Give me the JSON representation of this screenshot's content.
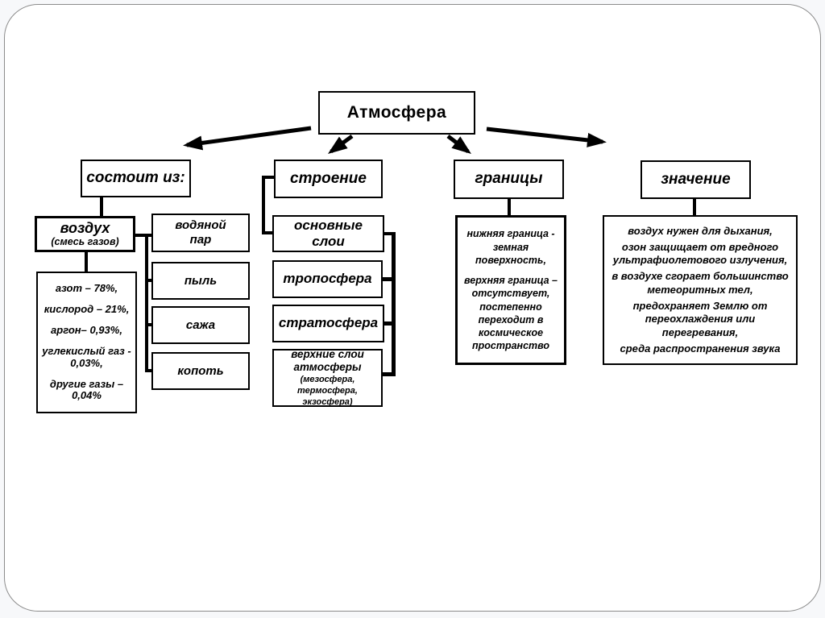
{
  "diagram": {
    "title": "Атмосфера",
    "composition": {
      "header": "состоит из:",
      "air_title": "воздух",
      "air_subtitle": "(смесь газов)",
      "gases": [
        "азот – 78%,",
        "кислород – 21%,",
        "аргон– 0,93%,",
        "углекислый газ - 0,03%,",
        "другие газы – 0,04%"
      ],
      "impurities": [
        "водяной\nпар",
        "пыль",
        "сажа",
        "копоть"
      ]
    },
    "structure": {
      "header": "строение",
      "main_layers": "основные\nслои",
      "layers": [
        "тропосфера",
        "стратосфера"
      ],
      "upper_layers_title": "верхние слои\nатмосферы",
      "upper_layers_subtitle": "(мезосфера,\nтермосфера, экзосфера)"
    },
    "borders": {
      "header": "границы",
      "paragraphs": [
        "нижняя граница - земная поверхность,",
        "верхняя граница – отсутствует, постепенно переходит в космическое пространство"
      ]
    },
    "importance": {
      "header": "значение",
      "paragraphs": [
        "воздух нужен для дыхания,",
        "озон защищает от вредного ультрафиолетового излучения,",
        "в воздухе сгорает большинство метеоритных тел,",
        "предохраняет Землю от переохлаждения или перегревания,",
        "среда распространения звука"
      ]
    }
  },
  "colors": {
    "ink": "#000000",
    "box_background": "#ffffff",
    "frame_border": "#8c8c8c"
  }
}
